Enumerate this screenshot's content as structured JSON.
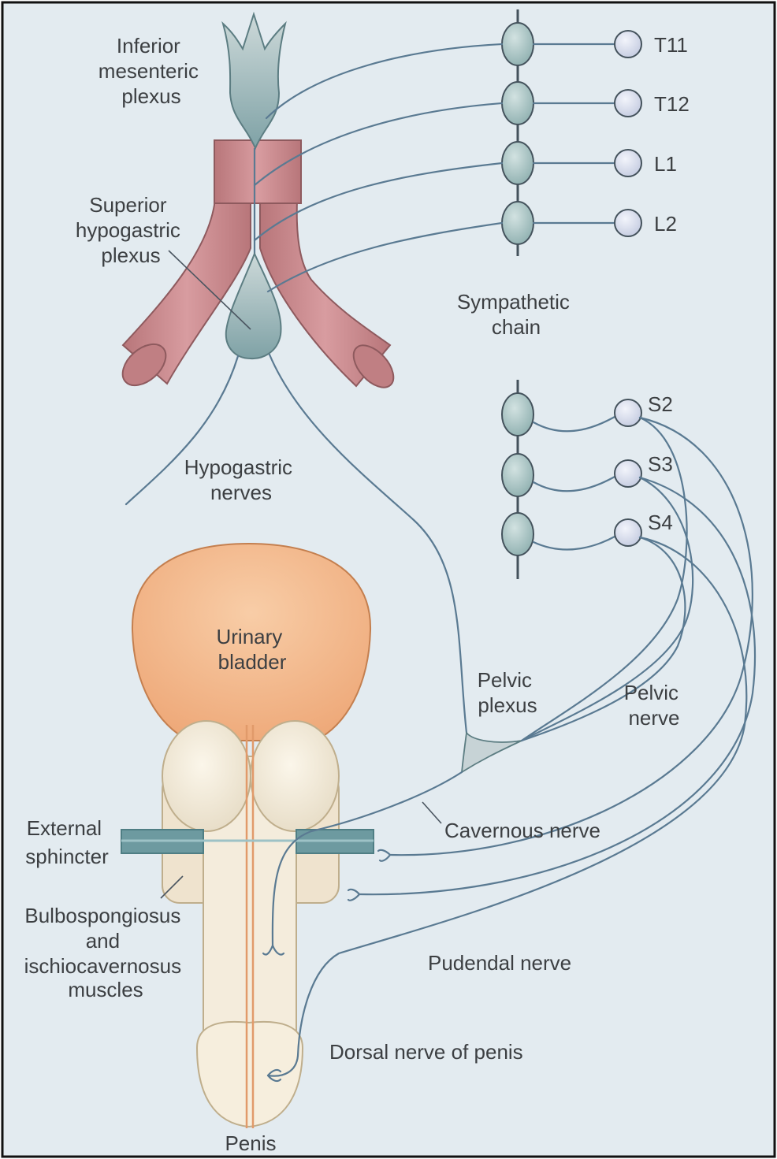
{
  "labels": {
    "inferior_mesenteric_plexus": [
      "Inferior",
      "mesenteric",
      "plexus"
    ],
    "superior_hypogastric_plexus": [
      "Superior",
      "hypogastric",
      "plexus"
    ],
    "hypogastric_nerves": [
      "Hypogastric",
      "nerves"
    ],
    "sympathetic_chain": [
      "Sympathetic",
      "chain"
    ],
    "urinary_bladder": [
      "Urinary",
      "bladder"
    ],
    "pelvic_plexus": [
      "Pelvic",
      "plexus"
    ],
    "pelvic_nerve": [
      "Pelvic",
      "nerve"
    ],
    "external_sphincter": [
      "External",
      "sphincter"
    ],
    "cavernous_nerve": "Cavernous nerve",
    "bulbo_muscles": [
      "Bulbospongiosus",
      "and",
      "ischiocavernosus",
      "muscles"
    ],
    "pudendal_nerve": "Pudendal nerve",
    "dorsal_nerve": "Dorsal nerve of penis",
    "penis": "Penis"
  },
  "segments": {
    "thoracolumbar": [
      "T11",
      "T12",
      "L1",
      "L2"
    ],
    "sacral": [
      "S2",
      "S3",
      "S4"
    ]
  },
  "colors": {
    "background": "#e3ebf0",
    "nerve": "#5a7a92",
    "vessel": "#c98a8e",
    "bladder": "#f2b78a",
    "ganglion": "#a9c4c4",
    "root": "#dfe4f2",
    "penis": "#f0e7d6",
    "sphincter": "#6d9aa0"
  }
}
